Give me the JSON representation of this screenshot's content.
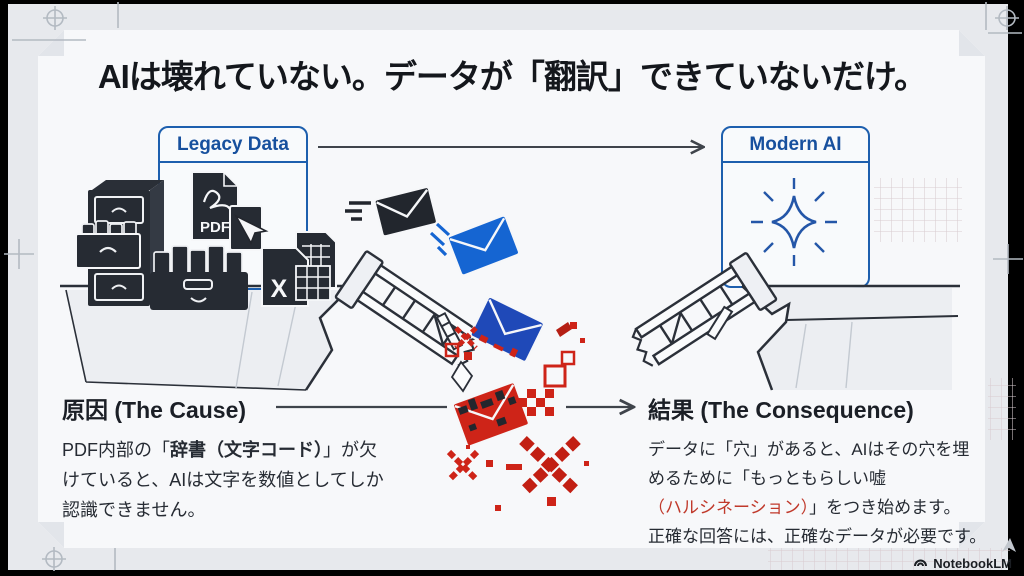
{
  "page": {
    "title": "AIは壊れていない。データが「翻訳」できていないだけ。",
    "watermark": "NotebookLM"
  },
  "flow": {
    "source_label": "Legacy Data",
    "target_label": "Modern AI"
  },
  "legacy_icons": {
    "pdf_label": "PDF",
    "spreadsheet_label": "X"
  },
  "cause": {
    "heading": "原因 (The Cause)",
    "lines": [
      [
        {
          "t": "PDF内部の「"
        },
        {
          "t": "辞書（文字コード）",
          "b": true
        },
        {
          "t": "」が欠"
        }
      ],
      [
        {
          "t": "けていると、AIは文字を数値としてしか"
        }
      ],
      [
        {
          "t": "認識できません。"
        }
      ]
    ]
  },
  "consequence": {
    "heading": "結果 (The Consequence)",
    "lines": [
      [
        {
          "t": "データに「穴」があると、AIはその穴を埋"
        }
      ],
      [
        {
          "t": "めるために「もっともらしい嘘"
        }
      ],
      [
        {
          "t": "（ハルシネーション）",
          "r": true
        },
        {
          "t": "」をつき始めます。"
        }
      ],
      [
        {
          "t": "正確な回答には、正確なデータが必要です。"
        }
      ]
    ]
  },
  "colors": {
    "accent_blue": "#1d5fae",
    "envelope_blue": "#1565d2",
    "falling_envelope_blue": "#1f49b8",
    "error_red": "#ce2418",
    "hallucination_text_red": "#c0392b",
    "ink": "#23272e"
  },
  "icons": {
    "sparkle-icon": "four-point star with rays",
    "file-cabinet-icon": "filing cabinet with open drawer",
    "folder-drawer-icon": "open drawer full of folders",
    "pdf-file-icon": "PDF document file",
    "cursor-icon": "mouse pointer arrow",
    "spreadsheet-icon": "spreadsheet files",
    "envelope-icon": "mail envelope",
    "corrupted-envelope-icon": "glitched red envelope",
    "pixel-x-icon": "pixelated error cross",
    "broken-bridge-icon": "collapsed ladder bridge",
    "registration-mark-icon": "print registration crosshair",
    "notebooklm-logo-icon": "NotebookLM logo"
  }
}
